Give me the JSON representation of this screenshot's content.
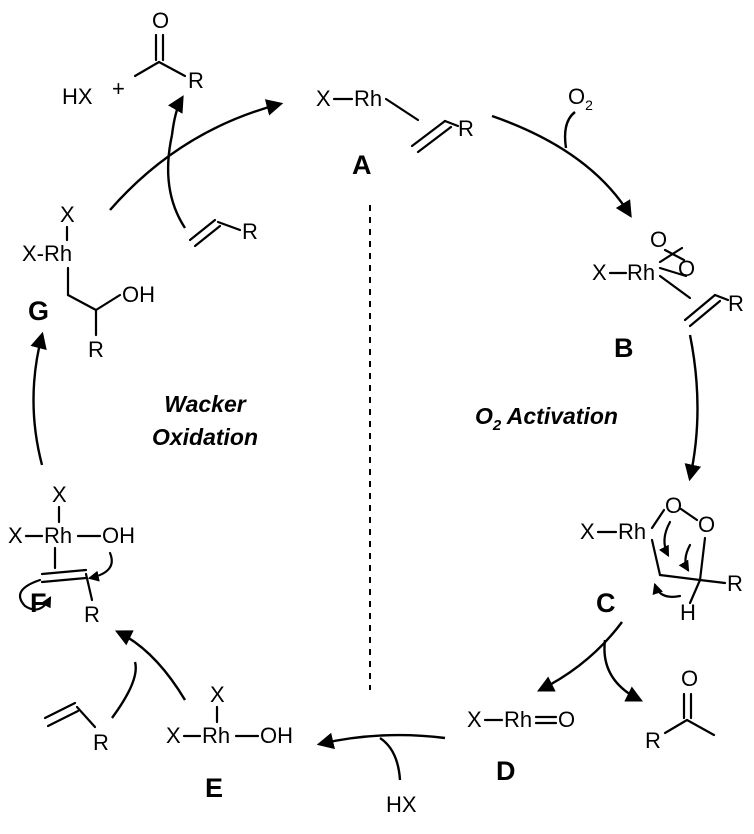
{
  "sections": {
    "wacker_line1": "Wacker",
    "wacker_line2": "Oxidation",
    "o2_prefix": "O",
    "o2_sub": "2",
    "o2_suffix": " Activation"
  },
  "labels": {
    "A": "A",
    "B": "B",
    "C": "C",
    "D": "D",
    "E": "E",
    "F": "F",
    "G": "G"
  },
  "atoms": {
    "X": "X",
    "Rh": "Rh",
    "R": "R",
    "O": "O",
    "H": "H",
    "OH": "OH",
    "HX": "HX",
    "plus": "+",
    "X_Rh": "X–Rh",
    "X_Rh_dash": "X-Rh",
    "Rh_O": "Rh═O",
    "Rh_OH": "Rh–OH",
    "O2_O": "O",
    "O2_sub": "2"
  }
}
